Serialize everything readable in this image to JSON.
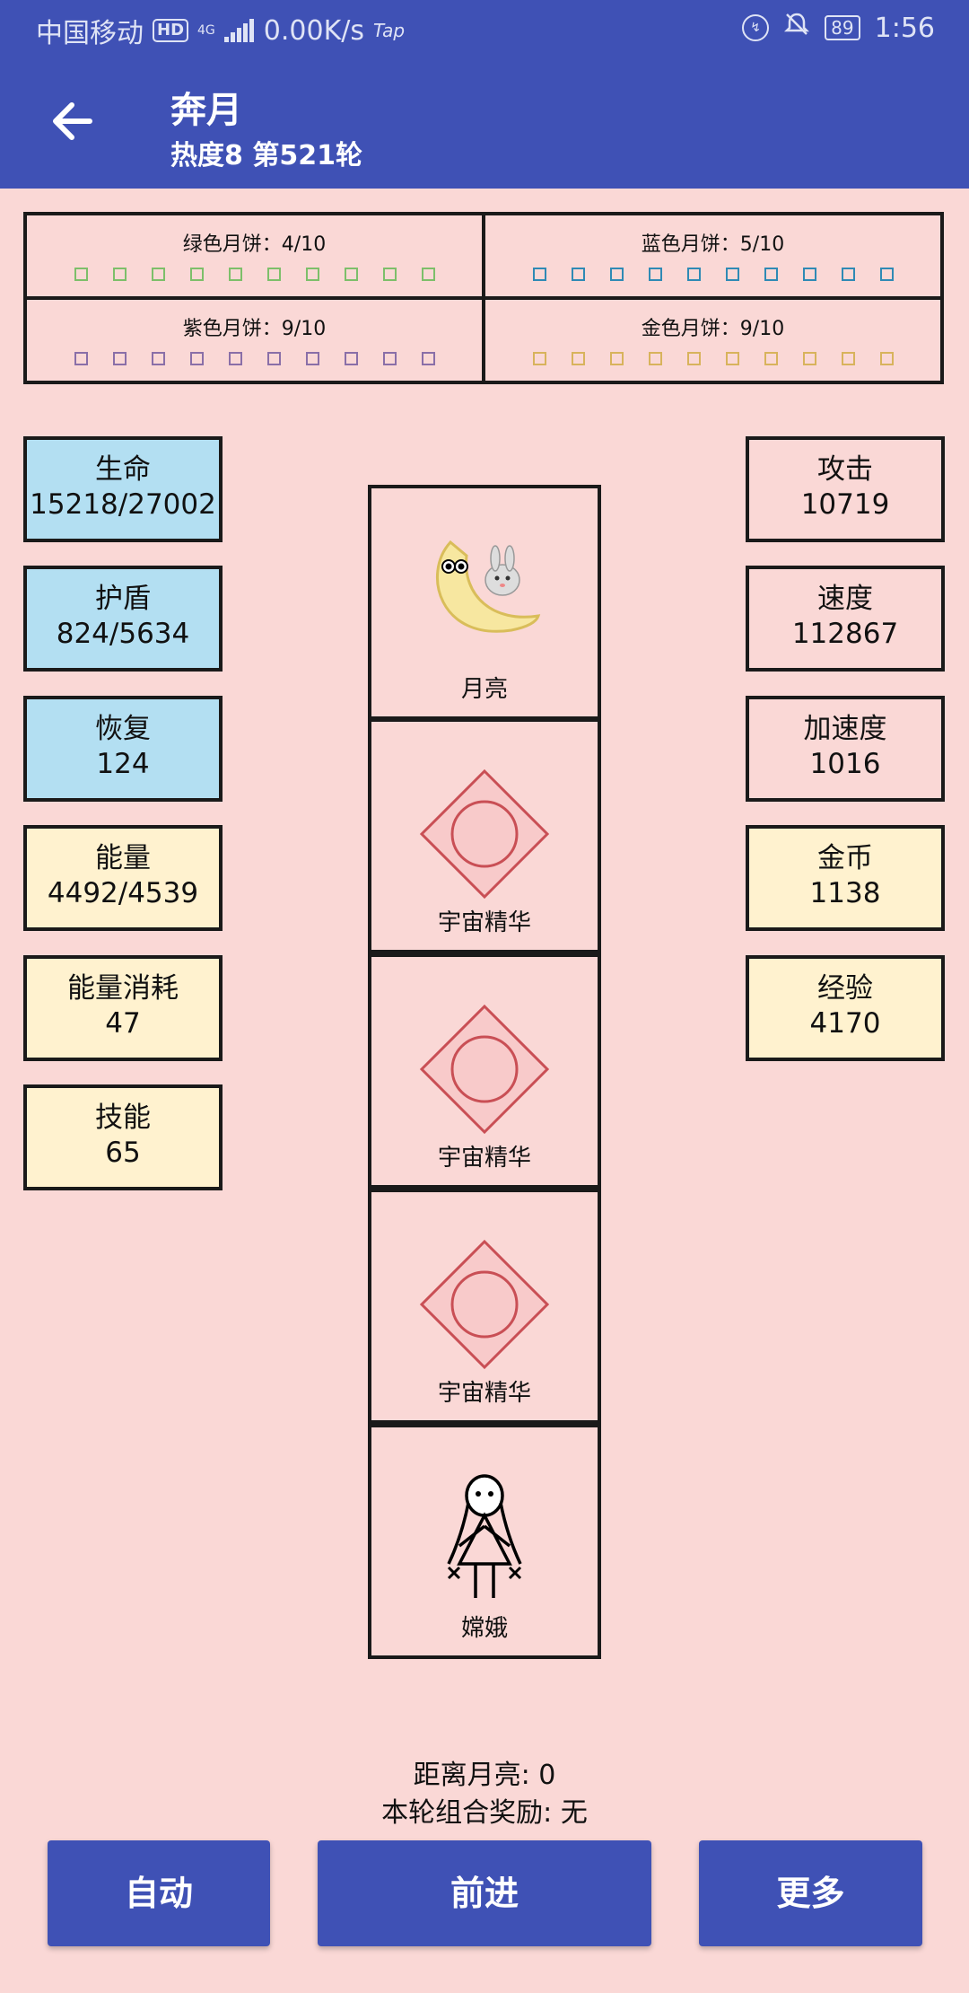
{
  "status": {
    "carrier": "中国移动",
    "hd": "HD",
    "network": "4G",
    "speed": "0.00K/s",
    "tap": "Tap",
    "battery": "89",
    "time": "1:56"
  },
  "header": {
    "title": "奔月",
    "subtitle": "热度8 第521轮"
  },
  "mooncakes": [
    {
      "label": "绿色月饼：4/10",
      "color": "#7dbf6a"
    },
    {
      "label": "蓝色月饼：5/10",
      "color": "#2f8ab5"
    },
    {
      "label": "紫色月饼：9/10",
      "color": "#8a6fa8"
    },
    {
      "label": "金色月饼：9/10",
      "color": "#d8b35c"
    }
  ],
  "left_stats": [
    {
      "label": "生命",
      "value": "15218/27002"
    },
    {
      "label": "护盾",
      "value": "824/5634"
    },
    {
      "label": "恢复",
      "value": "124"
    },
    {
      "label": "能量",
      "value": "4492/4539"
    },
    {
      "label": "能量消耗",
      "value": "47"
    },
    {
      "label": "技能",
      "value": "65"
    }
  ],
  "right_stats": [
    {
      "label": "攻击",
      "value": "10719"
    },
    {
      "label": "速度",
      "value": "112867"
    },
    {
      "label": "加速度",
      "value": "1016"
    },
    {
      "label": "金币",
      "value": "1138"
    },
    {
      "label": "经验",
      "value": "4170"
    }
  ],
  "path": [
    {
      "caption": "月亮",
      "icon": "moon-rabbit-icon"
    },
    {
      "caption": "宇宙精华",
      "icon": "cosmic-essence-icon"
    },
    {
      "caption": "宇宙精华",
      "icon": "cosmic-essence-icon"
    },
    {
      "caption": "宇宙精华",
      "icon": "cosmic-essence-icon"
    },
    {
      "caption": "嫦娥",
      "icon": "change-figure-icon"
    }
  ],
  "info": {
    "distance": "距离月亮: 0",
    "reward": "本轮组合奖励: 无"
  },
  "buttons": {
    "auto": "自动",
    "forward": "前进",
    "more": "更多"
  },
  "colors": {
    "primary": "#3f51b5",
    "background": "#fad8d6",
    "stat_blue": "#b3dff2",
    "stat_cream": "#fff2cf",
    "essence": "#c94f55"
  }
}
